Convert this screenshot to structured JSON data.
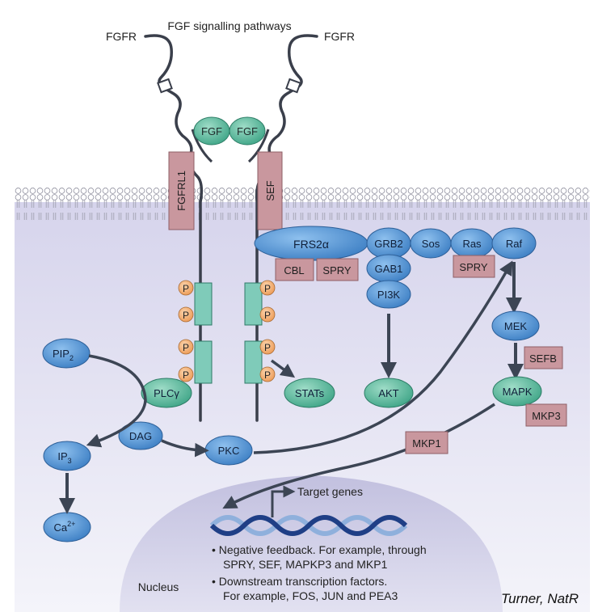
{
  "title": "FGF signalling pathways",
  "labels": {
    "fgfr_left": "FGFR",
    "fgfr_right": "FGFR",
    "fgf_left": "FGF",
    "fgf_right": "FGF",
    "fgfrl1": "FGFRL1",
    "sef": "SEF",
    "frs2a": "FRS2α",
    "grb2": "GRB2",
    "sos": "Sos",
    "ras": "Ras",
    "raf": "Raf",
    "cbl": "CBL",
    "spry_1": "SPRY",
    "spry_2": "SPRY",
    "gab1": "GAB1",
    "pi3k": "PI3K",
    "akt": "AKT",
    "mek": "MEK",
    "sefb": "SEFB",
    "mapk": "MAPK",
    "mkp3": "MKP3",
    "mkp1": "MKP1",
    "pip2": "PIP",
    "pip2_sub": "2",
    "plcg": "PLCγ",
    "dag": "DAG",
    "pkc": "PKC",
    "ip3": "IP",
    "ip3_sub": "3",
    "ca": "Ca",
    "ca_sup": "2+",
    "stats": "STATs",
    "phospho": "P",
    "target_genes": "Target genes",
    "nucleus": "Nucleus",
    "bullet_1_line_1": "• Negative feedback. For example, through",
    "bullet_1_line_2": "SPRY, SEF, MAPKP3 and MKP1",
    "bullet_2_line_1": "• Downstream transcription factors.",
    "bullet_2_line_2": "For example, FOS, JUN and PEA3",
    "credit": "Turner, NatR"
  },
  "colors": {
    "oval_blue": "#4d8fd0",
    "oval_green": "#5fbfa2",
    "box_pink": "#c9979e",
    "receptor_teal": "#7fcbb9",
    "phospho_orange": "#f3b27a",
    "cytoplasm": "#e6e5f2",
    "nucleus": "#cfcde6",
    "arrow": "#3c4554",
    "dna_dark": "#1f3f86",
    "dna_light": "#8fb0dc"
  }
}
